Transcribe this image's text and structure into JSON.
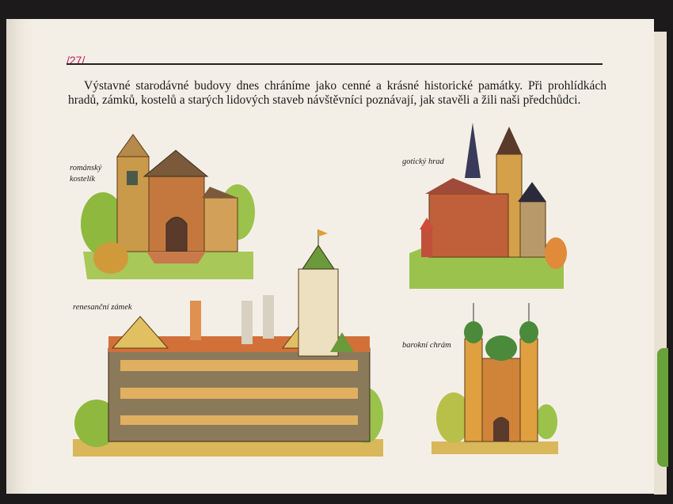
{
  "page_number": "/27/",
  "intro_text": "Výstavné starodávné budovy dnes chráníme jako cenné a krásné historické památky. Při prohlídkách hradů, zámků, kostelů a starých lidových staveb návštěvníci poznávají, jak stavěli a žili naši předchůdci.",
  "captions": {
    "romanesque_line1": "románský",
    "romanesque_line2": "kostelík",
    "gothic": "gotický hrad",
    "renaissance": "renesanční zámek",
    "baroque": "barokní chrám"
  }
}
